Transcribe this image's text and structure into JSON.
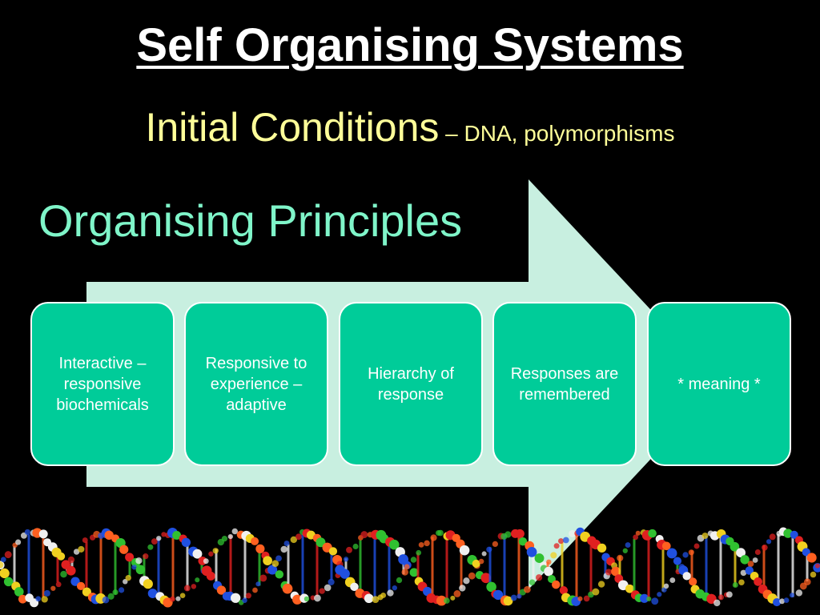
{
  "slide": {
    "title": "Self Organising Systems",
    "subtitle_main": "Initial Conditions",
    "subtitle_rest": " – DNA, polymorphisms",
    "section_heading": "Organising Principles",
    "boxes": [
      {
        "label": "Interactive – responsive biochemicals"
      },
      {
        "label": "Responsive to experience – adaptive"
      },
      {
        "label": "Hierarchy of response"
      },
      {
        "label": "Responses are remembered"
      },
      {
        "label": "* meaning *"
      }
    ]
  },
  "colors": {
    "background": "#000000",
    "title": "#ffffff",
    "subtitle": "#ffff99",
    "heading": "#7ff5c9",
    "arrow": "#c8efe0",
    "box_fill": "#00cc99",
    "box_border": "#ffffff"
  },
  "decor": {
    "footer_image": "dna-double-helix"
  }
}
